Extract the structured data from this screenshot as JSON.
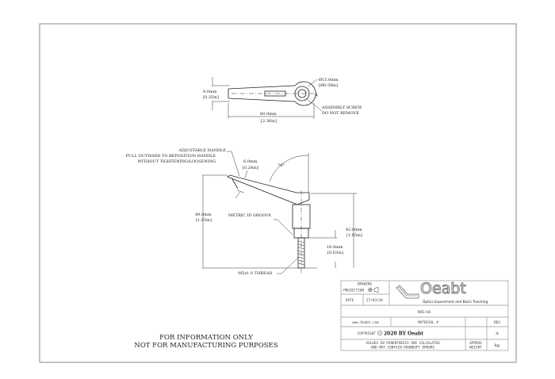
{
  "top_view": {
    "diameter": "Ø15.0mm",
    "diameter_in": "[Ø0.59in]",
    "height": "9.0mm",
    "height_in": "[0.35in]",
    "length": "60.0mm",
    "length_in": "[2.36in]",
    "centerline": "℄",
    "screw_note_1": "ASSEMBLY SCREW",
    "screw_note_2": "DO NOT REMOVE"
  },
  "side_view": {
    "handle_note_1": "ADJUSTABLE HANDLE",
    "handle_note_2": "PULL OUTWARD TO REPOSITION HANDLE",
    "handle_note_3": "WITHOUT TIGHTENING/LOOSENING",
    "width": "6.0mm",
    "width_in": "[0.24in]",
    "angle": "74°",
    "overall_height": "49.0mm",
    "overall_height_in": "[1.93in]",
    "groove_note": "METRIC ID GROOVE",
    "body_height": "42.0mm",
    "body_height_in": "[1.65in]",
    "thread_length": "16.0mm",
    "thread_length_in": "[0.63in]",
    "thread_note": "M5x1.0 THREAD"
  },
  "notice": {
    "line1": "FOR INFORMATION ONLY",
    "line2": "NOT FOR MANUFACTURING PURPOSES"
  },
  "title_block": {
    "projection_label_1": "DRAWING",
    "projection_label_2": "PROJECTION",
    "date_label": "DATE",
    "date_value": "27/03/20",
    "logo_text": "Oeabt",
    "logo_tagline": "Optics Experiment and Basic Teaching",
    "part_number": "M5-16",
    "website": "www.Oeabt.com",
    "material_label": "MATERIAL #",
    "rev_label": "REV",
    "rev_value": "A",
    "copyright_label": "COPYRIGHT",
    "copyright_value": "2020 BY Oeabt",
    "values_note_1": "VALUES IN PARENTHESIS ARE CALCULATED",
    "values_note_2": "AND MAY CONTAIN ROUNDOFF ERRORS",
    "weight_label_1": "APPROX",
    "weight_label_2": "WEIGHT",
    "weight_unit": "kg"
  }
}
